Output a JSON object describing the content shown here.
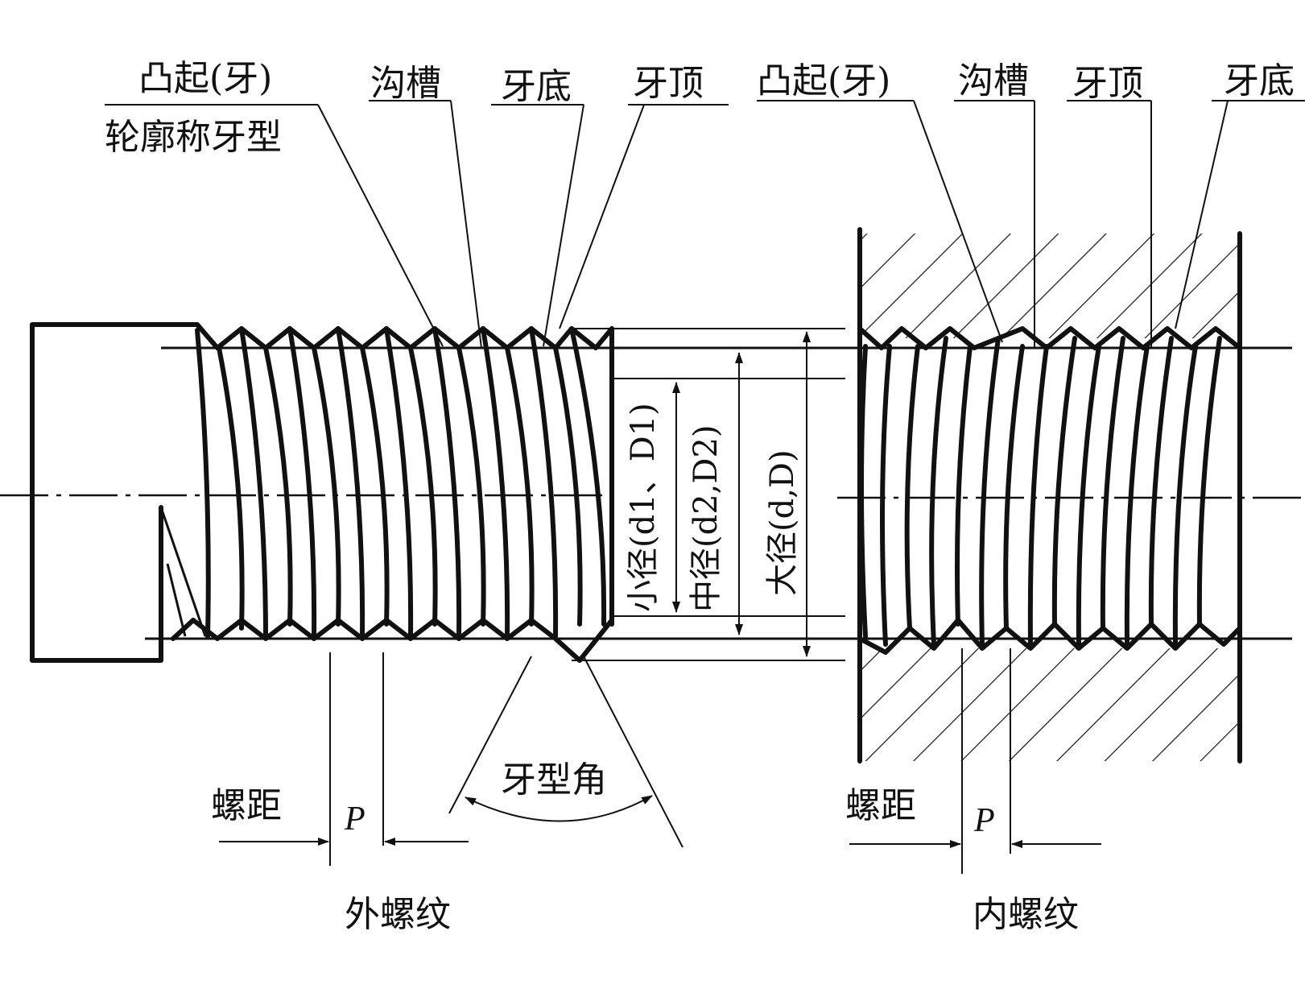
{
  "external_thread": {
    "labels": {
      "crest_profile_line1": "凸起(牙)",
      "crest_profile_line2": "轮廓称牙型",
      "groove": "沟槽",
      "root": "牙底",
      "crest": "牙顶",
      "pitch_text": "螺距",
      "pitch_symbol": "P",
      "thread_angle": "牙型角",
      "caption": "外螺纹"
    }
  },
  "internal_thread": {
    "labels": {
      "crest": "凸起(牙)",
      "groove": "沟槽",
      "top": "牙顶",
      "root": "牙底",
      "pitch_text": "螺距",
      "pitch_symbol": "P",
      "caption": "内螺纹"
    }
  },
  "diameters": {
    "minor": "小径(d1、D1)",
    "pitch": "中径(d2,D2)",
    "major": "大径(d,D)"
  },
  "colors": {
    "line": "#111111",
    "background": "#ffffff"
  }
}
